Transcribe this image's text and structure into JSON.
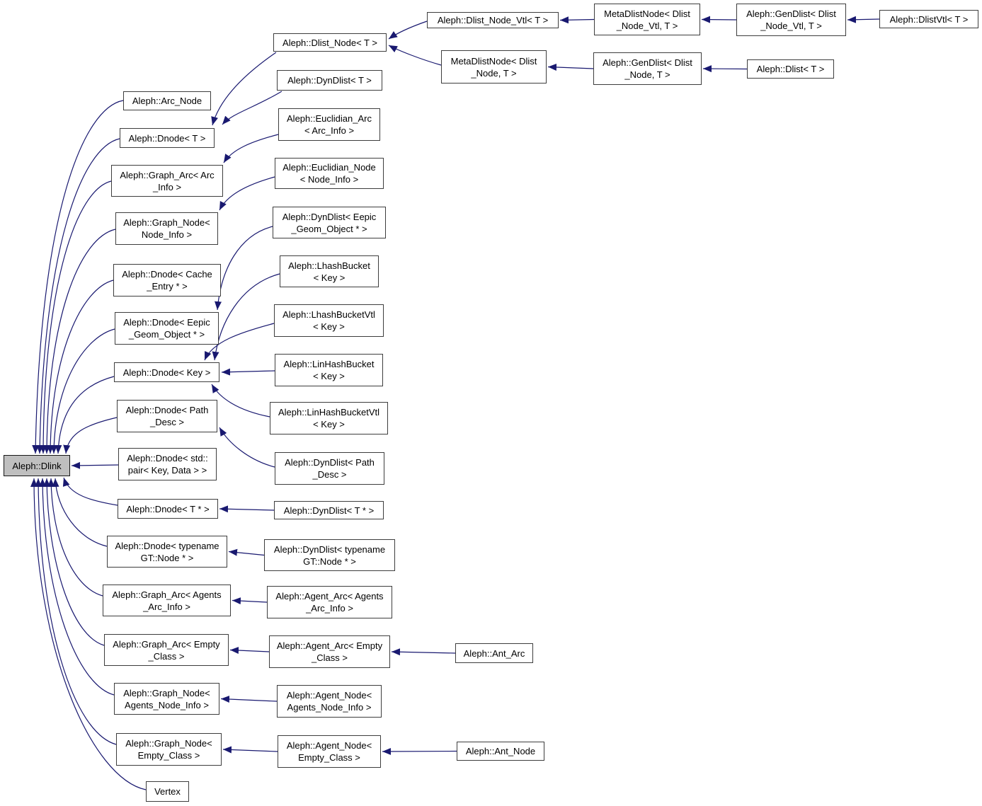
{
  "diagram": {
    "type": "inheritance-graph",
    "root": "Aleph::Dlink",
    "nodes": [
      {
        "id": "dlink",
        "lines": [
          "Aleph::Dlink"
        ],
        "highlighted": true
      },
      {
        "id": "arc_node",
        "lines": [
          "Aleph::Arc_Node"
        ],
        "highlighted": false
      },
      {
        "id": "dnode_t",
        "lines": [
          "Aleph::Dnode< T >"
        ],
        "highlighted": false
      },
      {
        "id": "graph_arc_arc_info",
        "lines": [
          "Aleph::Graph_Arc< Arc",
          "_Info >"
        ],
        "highlighted": false
      },
      {
        "id": "graph_node_node_info",
        "lines": [
          "Aleph::Graph_Node<",
          "Node_Info >"
        ],
        "highlighted": false
      },
      {
        "id": "dnode_cache_entry",
        "lines": [
          "Aleph::Dnode< Cache",
          "_Entry * >"
        ],
        "highlighted": false
      },
      {
        "id": "dnode_eepic",
        "lines": [
          "Aleph::Dnode< Eepic",
          "_Geom_Object * >"
        ],
        "highlighted": false
      },
      {
        "id": "dnode_key",
        "lines": [
          "Aleph::Dnode< Key >"
        ],
        "highlighted": false
      },
      {
        "id": "dnode_path_desc",
        "lines": [
          "Aleph::Dnode< Path",
          "_Desc >"
        ],
        "highlighted": false
      },
      {
        "id": "dnode_std_pair",
        "lines": [
          "Aleph::Dnode< std::",
          "pair< Key, Data > >"
        ],
        "highlighted": false
      },
      {
        "id": "dnode_t_ptr",
        "lines": [
          "Aleph::Dnode< T * >"
        ],
        "highlighted": false
      },
      {
        "id": "dnode_gt_node",
        "lines": [
          "Aleph::Dnode< typename",
          "GT::Node * >"
        ],
        "highlighted": false
      },
      {
        "id": "graph_arc_agents",
        "lines": [
          "Aleph::Graph_Arc< Agents",
          "_Arc_Info >"
        ],
        "highlighted": false
      },
      {
        "id": "graph_arc_empty",
        "lines": [
          "Aleph::Graph_Arc< Empty",
          "_Class >"
        ],
        "highlighted": false
      },
      {
        "id": "graph_node_agents",
        "lines": [
          "Aleph::Graph_Node<",
          "Agents_Node_Info >"
        ],
        "highlighted": false
      },
      {
        "id": "graph_node_empty",
        "lines": [
          "Aleph::Graph_Node<",
          "Empty_Class >"
        ],
        "highlighted": false
      },
      {
        "id": "vertex",
        "lines": [
          "Vertex"
        ],
        "highlighted": false
      },
      {
        "id": "dlist_node",
        "lines": [
          "Aleph::Dlist_Node< T >"
        ],
        "highlighted": false
      },
      {
        "id": "dyndlist_t",
        "lines": [
          "Aleph::DynDlist< T >"
        ],
        "highlighted": false
      },
      {
        "id": "euclidian_arc",
        "lines": [
          "Aleph::Euclidian_Arc",
          "< Arc_Info >"
        ],
        "highlighted": false
      },
      {
        "id": "euclidian_node",
        "lines": [
          "Aleph::Euclidian_Node",
          "< Node_Info >"
        ],
        "highlighted": false
      },
      {
        "id": "dyndlist_eepic",
        "lines": [
          "Aleph::DynDlist< Eepic",
          "_Geom_Object * >"
        ],
        "highlighted": false
      },
      {
        "id": "lhash_bucket",
        "lines": [
          "Aleph::LhashBucket",
          "< Key >"
        ],
        "highlighted": false
      },
      {
        "id": "lhash_bucket_vtl",
        "lines": [
          "Aleph::LhashBucketVtl",
          "< Key >"
        ],
        "highlighted": false
      },
      {
        "id": "linhash_bucket",
        "lines": [
          "Aleph::LinHashBucket",
          "< Key >"
        ],
        "highlighted": false
      },
      {
        "id": "linhash_bucket_vtl",
        "lines": [
          "Aleph::LinHashBucketVtl",
          "< Key >"
        ],
        "highlighted": false
      },
      {
        "id": "dyndlist_path",
        "lines": [
          "Aleph::DynDlist< Path",
          "_Desc >"
        ],
        "highlighted": false
      },
      {
        "id": "dyndlist_t_ptr",
        "lines": [
          "Aleph::DynDlist< T * >"
        ],
        "highlighted": false
      },
      {
        "id": "dyndlist_gt_node",
        "lines": [
          "Aleph::DynDlist< typename",
          "GT::Node * >"
        ],
        "highlighted": false
      },
      {
        "id": "agent_arc_agents",
        "lines": [
          "Aleph::Agent_Arc< Agents",
          "_Arc_Info >"
        ],
        "highlighted": false
      },
      {
        "id": "agent_arc_empty",
        "lines": [
          "Aleph::Agent_Arc< Empty",
          "_Class >"
        ],
        "highlighted": false
      },
      {
        "id": "agent_node_agents",
        "lines": [
          "Aleph::Agent_Node<",
          "Agents_Node_Info >"
        ],
        "highlighted": false
      },
      {
        "id": "agent_node_empty",
        "lines": [
          "Aleph::Agent_Node<",
          "Empty_Class >"
        ],
        "highlighted": false
      },
      {
        "id": "ant_arc",
        "lines": [
          "Aleph::Ant_Arc"
        ],
        "highlighted": false
      },
      {
        "id": "ant_node",
        "lines": [
          "Aleph::Ant_Node"
        ],
        "highlighted": false
      },
      {
        "id": "dlist_node_vtl",
        "lines": [
          "Aleph::Dlist_Node_Vtl< T >"
        ],
        "highlighted": false
      },
      {
        "id": "meta_dlist_node",
        "lines": [
          "MetaDlistNode< Dlist",
          "_Node, T >"
        ],
        "highlighted": false
      },
      {
        "id": "meta_dlist_node_vtl",
        "lines": [
          "MetaDlistNode< Dlist",
          "_Node_Vtl, T >"
        ],
        "highlighted": false
      },
      {
        "id": "gen_dlist_node",
        "lines": [
          "Aleph::GenDlist< Dlist",
          "_Node, T >"
        ],
        "highlighted": false
      },
      {
        "id": "gen_dlist_node_vtl",
        "lines": [
          "Aleph::GenDlist< Dlist",
          "_Node_Vtl, T >"
        ],
        "highlighted": false
      },
      {
        "id": "dlist_t",
        "lines": [
          "Aleph::Dlist< T >"
        ],
        "highlighted": false
      },
      {
        "id": "dlist_vtl",
        "lines": [
          "Aleph::DlistVtl< T >"
        ],
        "highlighted": false
      }
    ],
    "edges": [
      {
        "from": "arc_node",
        "to": "dlink"
      },
      {
        "from": "dnode_t",
        "to": "dlink"
      },
      {
        "from": "graph_arc_arc_info",
        "to": "dlink"
      },
      {
        "from": "graph_node_node_info",
        "to": "dlink"
      },
      {
        "from": "dnode_cache_entry",
        "to": "dlink"
      },
      {
        "from": "dnode_eepic",
        "to": "dlink"
      },
      {
        "from": "dnode_key",
        "to": "dlink"
      },
      {
        "from": "dnode_path_desc",
        "to": "dlink"
      },
      {
        "from": "dnode_std_pair",
        "to": "dlink"
      },
      {
        "from": "dnode_t_ptr",
        "to": "dlink"
      },
      {
        "from": "dnode_gt_node",
        "to": "dlink"
      },
      {
        "from": "graph_arc_agents",
        "to": "dlink"
      },
      {
        "from": "graph_arc_empty",
        "to": "dlink"
      },
      {
        "from": "graph_node_agents",
        "to": "dlink"
      },
      {
        "from": "graph_node_empty",
        "to": "dlink"
      },
      {
        "from": "vertex",
        "to": "dlink"
      },
      {
        "from": "dlist_node",
        "to": "dnode_t"
      },
      {
        "from": "dyndlist_t",
        "to": "dnode_t"
      },
      {
        "from": "euclidian_arc",
        "to": "graph_arc_arc_info"
      },
      {
        "from": "euclidian_node",
        "to": "graph_node_node_info"
      },
      {
        "from": "dyndlist_eepic",
        "to": "dnode_eepic"
      },
      {
        "from": "lhash_bucket",
        "to": "dnode_key"
      },
      {
        "from": "lhash_bucket_vtl",
        "to": "dnode_key"
      },
      {
        "from": "linhash_bucket",
        "to": "dnode_key"
      },
      {
        "from": "linhash_bucket_vtl",
        "to": "dnode_key"
      },
      {
        "from": "dyndlist_path",
        "to": "dnode_path_desc"
      },
      {
        "from": "dyndlist_t_ptr",
        "to": "dnode_t_ptr"
      },
      {
        "from": "dyndlist_gt_node",
        "to": "dnode_gt_node"
      },
      {
        "from": "agent_arc_agents",
        "to": "graph_arc_agents"
      },
      {
        "from": "agent_arc_empty",
        "to": "graph_arc_empty"
      },
      {
        "from": "agent_node_agents",
        "to": "graph_node_agents"
      },
      {
        "from": "agent_node_empty",
        "to": "graph_node_empty"
      },
      {
        "from": "ant_arc",
        "to": "agent_arc_empty"
      },
      {
        "from": "ant_node",
        "to": "agent_node_empty"
      },
      {
        "from": "dlist_node_vtl",
        "to": "dlist_node"
      },
      {
        "from": "meta_dlist_node",
        "to": "dlist_node"
      },
      {
        "from": "meta_dlist_node_vtl",
        "to": "dlist_node_vtl"
      },
      {
        "from": "gen_dlist_node",
        "to": "meta_dlist_node"
      },
      {
        "from": "gen_dlist_node_vtl",
        "to": "meta_dlist_node_vtl"
      },
      {
        "from": "dlist_t",
        "to": "gen_dlist_node"
      },
      {
        "from": "dlist_vtl",
        "to": "gen_dlist_node_vtl"
      }
    ]
  },
  "colors": {
    "edge": "#191970",
    "node_border": "#3d3d3d",
    "node_fill": "#ffffff",
    "highlight_fill": "#bfbfbf",
    "highlight_border": "#161616",
    "text": "#000000",
    "background": "#ffffff"
  }
}
